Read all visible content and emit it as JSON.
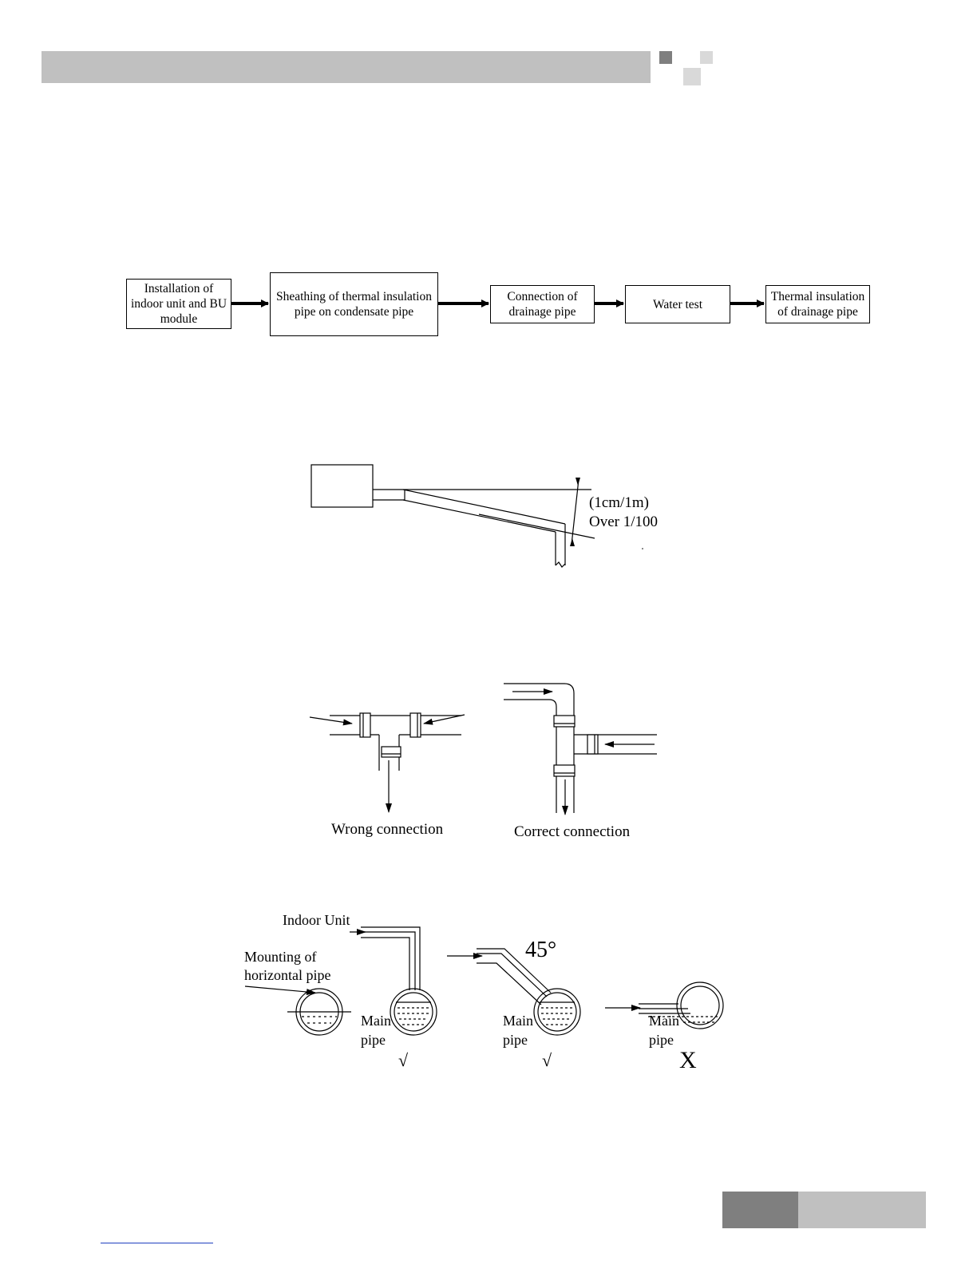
{
  "flowchart": {
    "steps": [
      {
        "label": "Installation of indoor unit and BU module"
      },
      {
        "label": "Sheathing of thermal insulation pipe on condensate pipe"
      },
      {
        "label": "Connection of drainage pipe"
      },
      {
        "label": "Water test"
      },
      {
        "label": "Thermal insulation of drainage pipe"
      }
    ]
  },
  "slope_figure": {
    "ratio_label": "(1cm/1m)",
    "slope_label": "Over 1/100"
  },
  "connection_figure": {
    "wrong_label": "Wrong connection",
    "correct_label": "Correct connection"
  },
  "mounting_figure": {
    "indoor_unit_label": "Indoor Unit",
    "mounting_label_line1": "Mounting of",
    "mounting_label_line2": "horizontal pipe",
    "main_label": "Main",
    "pipe_label": "pipe",
    "angle_label": "45°",
    "check_mark": "√",
    "cross_mark": "X"
  },
  "colors": {
    "header_gray": "#c0c0c0",
    "square_dark": "#7f7f7f",
    "square_light": "#d9d9d9",
    "footer_dark": "#7f7f7f",
    "footer_light": "#c0c0c0",
    "link_blue": "#1f3fbf"
  }
}
